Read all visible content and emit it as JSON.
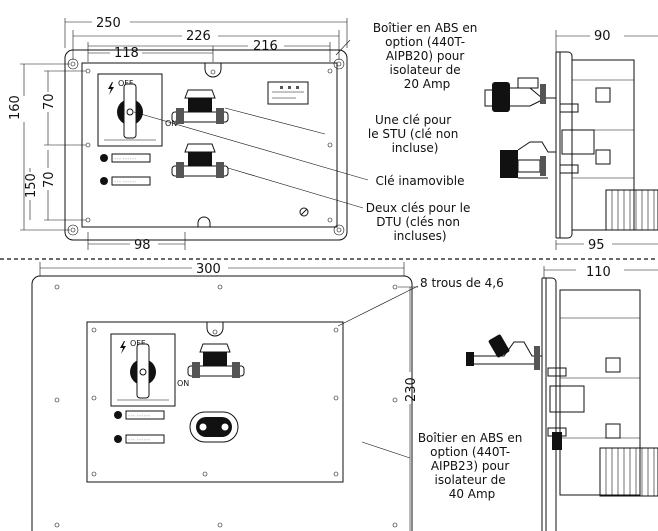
{
  "top_unit": {
    "dims": {
      "w250": "250",
      "w226": "226",
      "w216": "216",
      "w118": "118",
      "w98": "98",
      "h160": "160",
      "h70a": "70",
      "h150": "150",
      "h70b": "70",
      "w90": "90",
      "w95": "95"
    },
    "switch_labels": {
      "off": "OFF",
      "on": "ON"
    },
    "callouts": {
      "enclosure": [
        "Boîtier en ABS en",
        "option (440T-",
        "AIPB20) pour",
        "isolateur de",
        "20 Amp"
      ],
      "stu_key": [
        "Une clé pour",
        "le STU (clé non",
        "incluse)"
      ],
      "fixed_key": [
        "Clé inamovible"
      ],
      "dtu_keys": [
        "Deux clés pour le",
        "DTU (clés non",
        "incluses)"
      ]
    }
  },
  "bottom_unit": {
    "dims": {
      "w300": "300",
      "w110": "110",
      "h230": "230"
    },
    "switch_labels": {
      "off": "OFF",
      "on": "ON"
    },
    "callouts": {
      "holes": [
        "8 trous de 4,6"
      ],
      "enclosure": [
        "Boîtier en ABS en",
        "option (440T-",
        "AIPB23) pour",
        "isolateur de",
        "40 Amp"
      ]
    }
  }
}
